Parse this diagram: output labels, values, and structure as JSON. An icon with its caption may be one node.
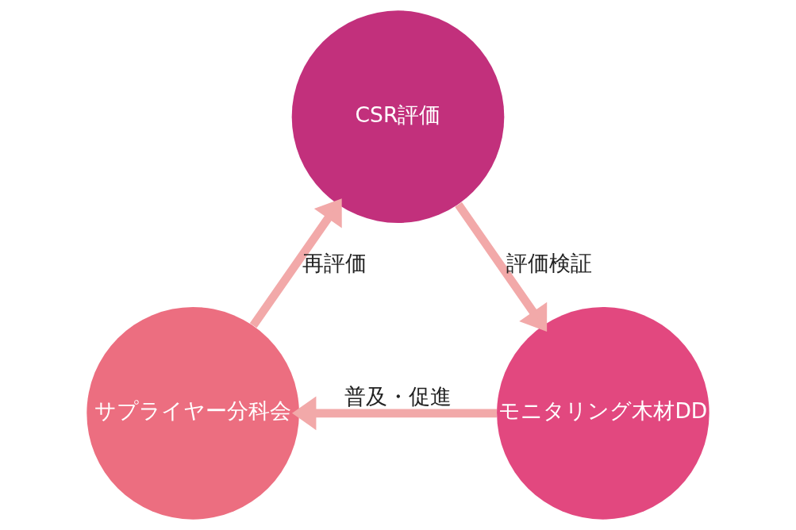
{
  "diagram": {
    "nodes": [
      {
        "text": [
          "CSR評価"
        ]
      },
      {
        "text": [
          "モニタリング木材DD"
        ]
      },
      {
        "text": [
          "サプライヤー分科会"
        ]
      }
    ],
    "edges": [
      {
        "from": 0,
        "to": 1,
        "arrow": "to",
        "label": "評価検証"
      },
      {
        "from": 1,
        "to": 2,
        "arrow": "to",
        "label": "普及・促進"
      },
      {
        "from": 2,
        "to": 0,
        "arrow": "to",
        "label": "再評価"
      }
    ]
  }
}
